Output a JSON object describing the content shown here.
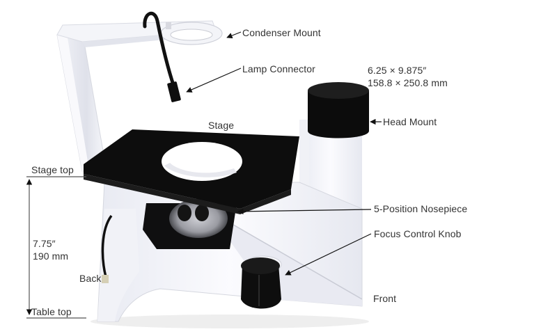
{
  "figure": {
    "subject": "Inverted microscope body (side view)",
    "background": "#ffffff",
    "body_color": "#f4f5fa",
    "part_color": "#111111"
  },
  "callouts": {
    "condenser_mount": "Condenser Mount",
    "lamp_connector": "Lamp Connector",
    "stage": "Stage",
    "head_mount": "Head Mount",
    "nosepiece": "5-Position Nosepiece",
    "focus_knob": "Focus Control Knob",
    "back": "Back",
    "front": "Front"
  },
  "dimensions": {
    "stage_size_in": "6.25 × 9.875″",
    "stage_size_mm": "158.8 × 250.8 mm",
    "height_in": "7.75″",
    "height_mm": "190 mm",
    "top_ref": "Stage top",
    "bottom_ref": "Table top"
  }
}
